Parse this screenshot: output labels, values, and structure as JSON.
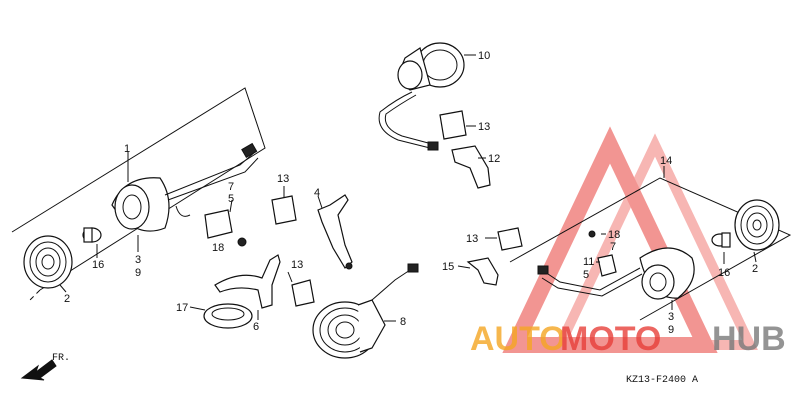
{
  "diagram": {
    "callouts": [
      "1",
      "2",
      "3",
      "9",
      "4",
      "5",
      "6",
      "7",
      "8",
      "10",
      "11",
      "12",
      "13",
      "13",
      "13",
      "13",
      "14",
      "15",
      "16",
      "16",
      "17",
      "18",
      "18",
      "2",
      "3",
      "9",
      "7",
      "5"
    ],
    "part_code": "KZ13-F2400 A",
    "direction_label": "FR.",
    "watermark": {
      "auto": "AUTO",
      "moto": "MOTO",
      "hub": "HUB",
      "color_orange": "#f5a623",
      "color_red": "#e8403a",
      "color_gray": "#7a7a7a"
    }
  }
}
